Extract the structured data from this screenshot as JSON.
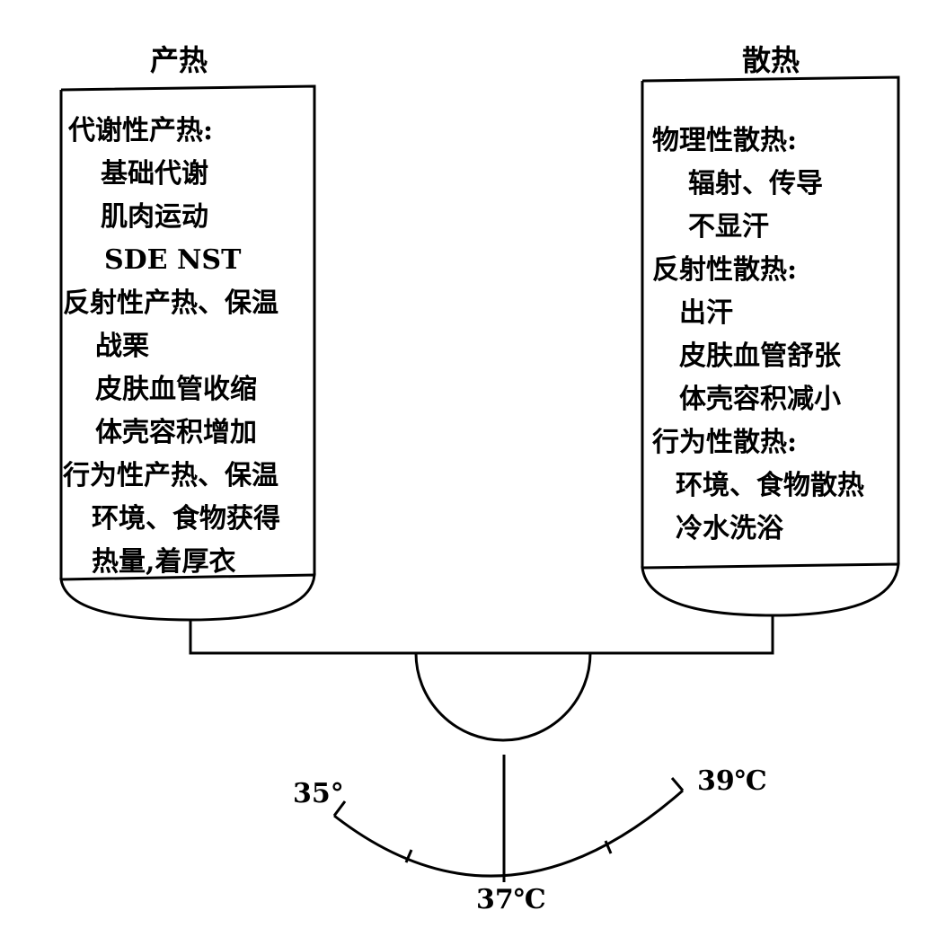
{
  "heat_production": {
    "title": "产热",
    "lines": [
      "代谢性产热:",
      "基础代谢",
      "肌肉运动",
      "SDE NST",
      "反射性产热、保温",
      "战栗",
      "皮肤血管收缩",
      "体壳容积增加",
      "行为性产热、保温",
      "环境、食物获得",
      "热量,着厚衣"
    ]
  },
  "heat_dissipation": {
    "title": "散热",
    "lines": [
      "物理性散热:",
      "辐射、传导",
      "不显汗",
      "反射性散热:",
      "出汗",
      "皮肤血管舒张",
      "体壳容积减小",
      "行为性散热:",
      "环境、食物散热",
      "冷水洗浴"
    ]
  },
  "scale": {
    "left_label": "35°",
    "center_label": "37℃",
    "right_label": "39℃"
  },
  "colors": {
    "line": "#000000",
    "background": "#ffffff"
  }
}
